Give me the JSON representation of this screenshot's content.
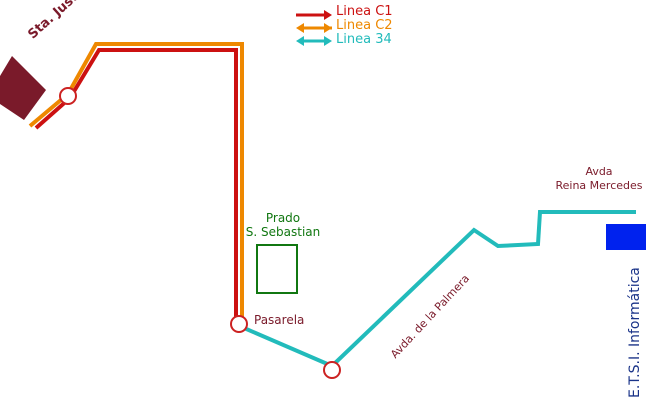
{
  "legend": {
    "c1": {
      "label": "Linea C1",
      "color": "#cc1111"
    },
    "c2": {
      "label": "Linea C2",
      "color": "#ee8800"
    },
    "l34": {
      "label": "Linea 34",
      "color": "#22bbbb"
    }
  },
  "places": {
    "sta_justa": {
      "label": "Sta. Justa",
      "color": "#7a1a2a"
    },
    "prado": {
      "line1": "Prado",
      "line2": "S. Sebastian",
      "color": "#117711"
    },
    "pasarela": {
      "label": "Pasarela",
      "color": "#7a1a2a"
    },
    "palmera": {
      "label": "Avda. de la Palmera",
      "color": "#7a1a2a"
    },
    "reina": {
      "line1": "Avda",
      "line2": "Reina Mercedes",
      "color": "#7a1a2a"
    },
    "etsi": {
      "label": "E.T.S.I. Informática",
      "color": "#1a3388"
    }
  },
  "colors": {
    "station_fill": "#7a1a2a",
    "etsi_fill": "#0022ee",
    "stop_stroke": "#cc2222"
  }
}
